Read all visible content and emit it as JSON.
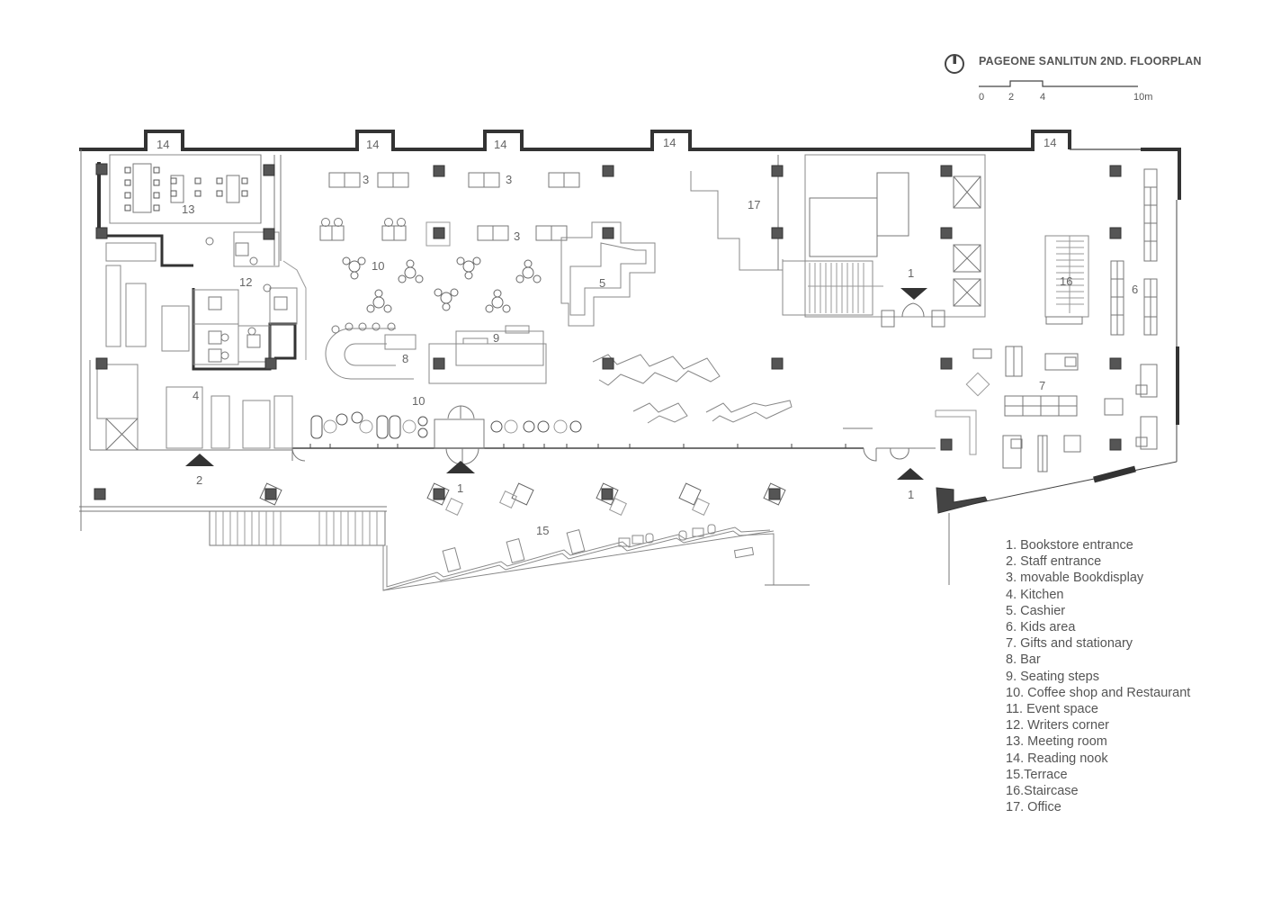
{
  "header": {
    "title": "PAGEONE SANLITUN  2ND. FLOORPLAN",
    "north_icon": "north-arrow-icon",
    "scale_bar": {
      "ticks": [
        "0",
        "2",
        "4",
        "10m"
      ]
    }
  },
  "legend": {
    "items": [
      {
        "num": "1",
        "label": "1. Bookstore entrance"
      },
      {
        "num": "2",
        "label": "2. Staff entrance"
      },
      {
        "num": "3",
        "label": "3. movable Bookdisplay"
      },
      {
        "num": "4",
        "label": "4. Kitchen"
      },
      {
        "num": "5",
        "label": "5. Cashier"
      },
      {
        "num": "6",
        "label": "6. Kids area"
      },
      {
        "num": "7",
        "label": "7. Gifts and stationary"
      },
      {
        "num": "8",
        "label": "8. Bar"
      },
      {
        "num": "9",
        "label": "9. Seating steps"
      },
      {
        "num": "10",
        "label": "10. Coffee shop and Restaurant"
      },
      {
        "num": "11",
        "label": "11. Event space"
      },
      {
        "num": "12",
        "label": "12. Writers corner"
      },
      {
        "num": "13",
        "label": "13. Meeting room"
      },
      {
        "num": "14",
        "label": "14. Reading nook"
      },
      {
        "num": "15",
        "label": "15.Terrace"
      },
      {
        "num": "16",
        "label": "16.Staircase"
      },
      {
        "num": "17",
        "label": "17. Office"
      }
    ]
  },
  "plan_labels": {
    "nook_a": "14",
    "nook_b": "14",
    "nook_c": "14",
    "nook_d": "14",
    "nook_e": "14",
    "display_a": "3",
    "display_b": "3",
    "display_c": "3",
    "coffee_a": "10",
    "coffee_b": "10",
    "cashier": "5",
    "office": "17",
    "entrance_c": "1",
    "meeting": "13",
    "writers": "12",
    "kitchen": "4",
    "staff": "2",
    "bar": "8",
    "steps": "9",
    "entrance_a": "1",
    "entrance_b": "1",
    "kids": "6",
    "stair": "16",
    "gifts": "7",
    "terrace": "15"
  },
  "colors": {
    "wall": "#333333",
    "line": "#777777",
    "column": "#555555",
    "text": "#555555"
  }
}
